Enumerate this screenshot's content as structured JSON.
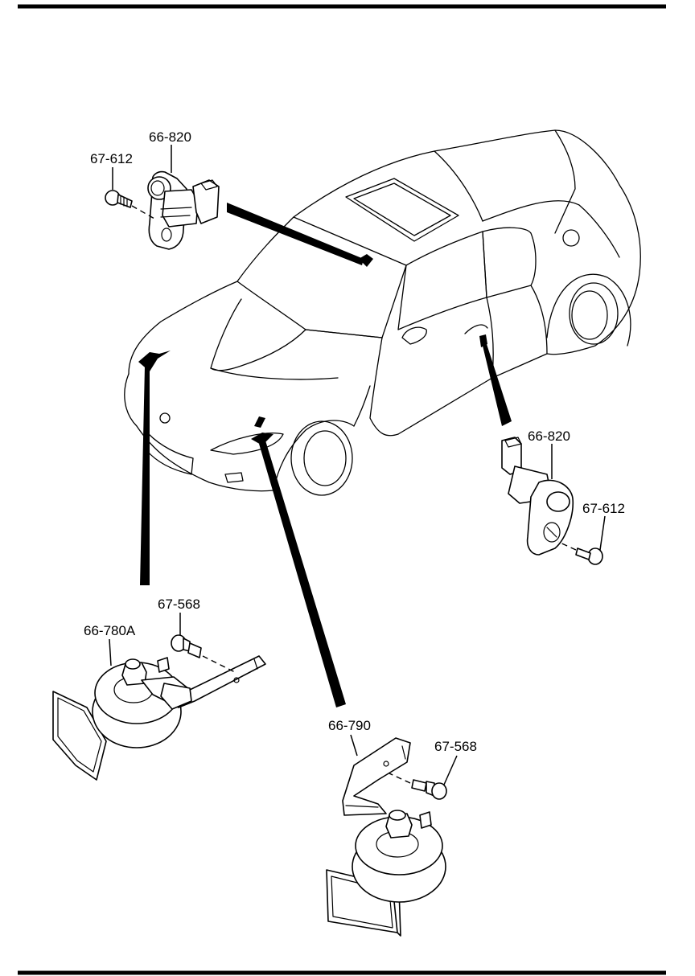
{
  "labels": {
    "door_switch_upper": "66-820",
    "screw_upper": "67-612",
    "door_switch_right": "66-820",
    "screw_right": "67-612",
    "bolt_left_horn": "67-568",
    "horn_left": "66-780A",
    "bracket_right_horn": "66-790",
    "bolt_right_horn": "67-568"
  },
  "icons": {
    "vehicle": "car-illustration",
    "door_switch": "door-switch",
    "screw": "screw",
    "horn": "horn",
    "bolt": "bolt"
  }
}
